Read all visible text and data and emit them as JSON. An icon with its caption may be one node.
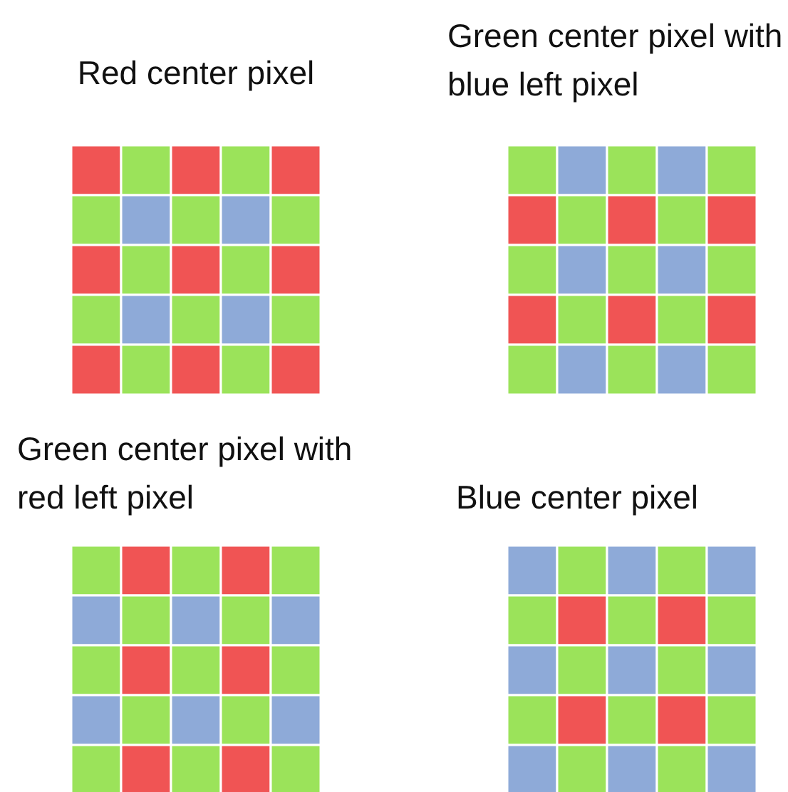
{
  "diagram": {
    "nodes": [
      {
        "text": [
          "Red center pixel"
        ]
      },
      {
        "text": [
          "Green center pixel with blue left pixel"
        ]
      },
      {
        "text": [
          "Green center pixel with red left pixel"
        ]
      },
      {
        "text": [
          "Blue center pixel"
        ]
      }
    ]
  }
}
